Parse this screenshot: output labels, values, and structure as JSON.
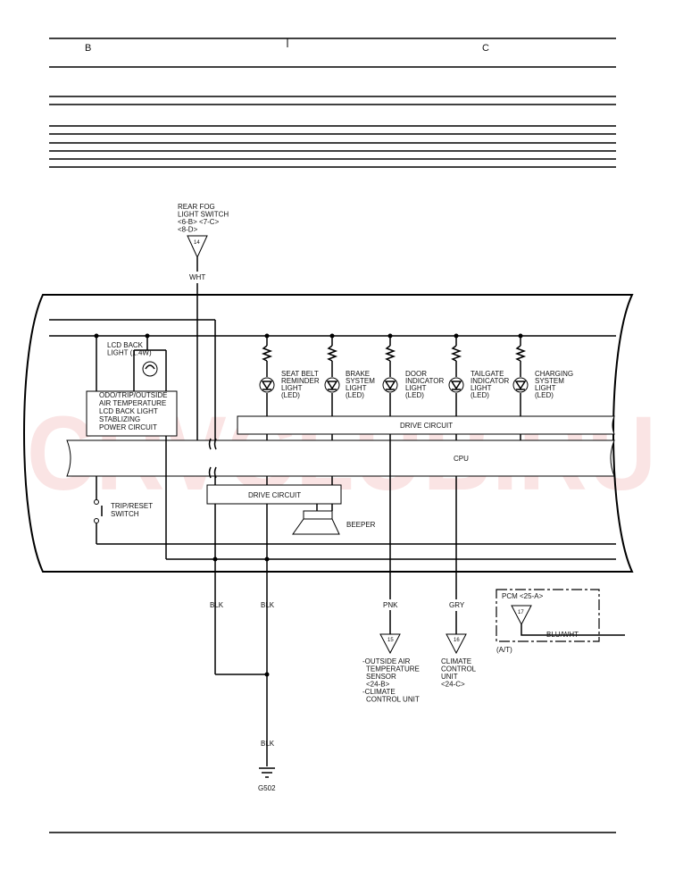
{
  "header": {
    "col_left": "B",
    "col_right": "C"
  },
  "watermark": "CRVCLUB.RU",
  "rear_fog": {
    "lines": [
      "REAR FOG",
      "LIGHT SWITCH",
      "<6-B> <7-C>",
      "<8-D>"
    ],
    "pin": "14",
    "wire": "WHT"
  },
  "lcd_backlight": {
    "lines": [
      "LCD BACK",
      "LIGHT (1.4W)"
    ]
  },
  "power_circuit": {
    "lines": [
      "ODO/TRIP/OUTSIDE",
      "AIR TEMPERATURE",
      "LCD BACK LIGHT",
      "STABLIZING",
      "POWER CIRCUIT"
    ]
  },
  "leds": [
    {
      "lines": [
        "SEAT BELT",
        "REMINDER",
        "LIGHT",
        "(LED)"
      ]
    },
    {
      "lines": [
        "BRAKE",
        "SYSTEM",
        "LIGHT",
        "(LED)"
      ]
    },
    {
      "lines": [
        "DOOR",
        "INDICATOR",
        "LIGHT",
        "(LED)"
      ]
    },
    {
      "lines": [
        "TAILGATE",
        "INDICATOR",
        "LIGHT",
        "(LED)"
      ]
    },
    {
      "lines": [
        "CHARGING",
        "SYSTEM",
        "LIGHT",
        "(LED)"
      ]
    }
  ],
  "drive_circuit_upper": "DRIVE CIRCUIT",
  "cpu": "CPU",
  "drive_circuit_lower": "DRIVE CIRCUIT",
  "trip_switch": {
    "lines": [
      "TRIP/RESET",
      "SWITCH"
    ]
  },
  "beeper": "BEEPER",
  "wires": {
    "blk_left": "BLK",
    "blk_mid": "BLK",
    "pnk": "PNK",
    "gry": "GRY",
    "blk_ground": "BLK"
  },
  "connector_15": {
    "pin": "15",
    "lines": [
      "-OUTSIDE  AIR",
      "TEMPERATURE",
      "SENSOR",
      "<24-B>",
      "-CLIMATE",
      "CONTROL UNIT"
    ]
  },
  "connector_16": {
    "pin": "16",
    "lines": [
      "CLIMATE",
      "CONTROL",
      "UNIT",
      "<24-C>"
    ]
  },
  "pcm": {
    "label": "PCM <25-A>",
    "pin": "17",
    "wire": "BLU/WHT",
    "note": "(A/T)"
  },
  "ground": {
    "label": "G502"
  }
}
